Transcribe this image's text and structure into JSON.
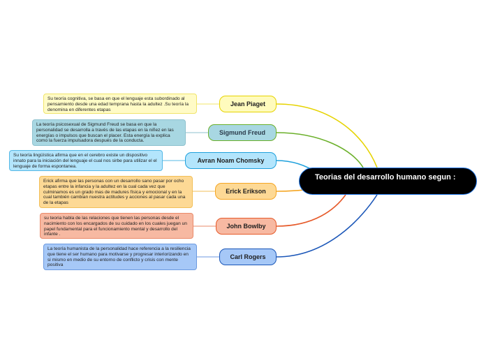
{
  "root": {
    "title": "Teorias del desarrollo humano segun :"
  },
  "branches": [
    {
      "name": "Jean Piaget",
      "color": "#e6d300",
      "description": "Su teoría cognitiva, se basa en que el lenguaje esta subordinado al pensamiento desde una edad temprana hasta la adultez .Su teoría la denomina en diferentes etapas"
    },
    {
      "name": "Sigmund Freud",
      "color": "#6bb02a",
      "description": "La teoría psicosexual de Sigmund Freud se basa en que la personalidad se desarrolla a través de las etapas en la niñez en las energías o impulsos que buscan el placer. Esta energía la explica como la fuerza impulsadora después de la conducta."
    },
    {
      "name": "Avran Noam Chomsky",
      "color": "#1ea0dc",
      "description": "Su teoría lingüística afirma que en el cerebro existe un dispositivo innato para la iniciación del lenguaje el cual nos sirbe para utilizar el el lenguaje de forma espontanea."
    },
    {
      "name": "Erick Erikson",
      "color": "#f5a623",
      "description": "Erick afirma que las personas con un desarrollo sano pasar por ocho etapas entre la infancia y la adultez en la cual cada vez que culminamos es un grado mas de madures física y emocional y en la cual también cambian nuestra actitudes y acciones al pasar cada una de la etapas"
    },
    {
      "name": "John Bowlby",
      "color": "#e65a2a",
      "description": "su teoria habla de las relaciones que tienen las personas desde el nacimiento con los encargados de su cuidado en los cuales juegan un papel fundamental para el funcionamiento mental y desarrollo del infante ."
    },
    {
      "name": "Carl Rogers",
      "color": "#1a56b8",
      "description": "La teoría humanista de la personalidad hace referencia a la resiliencia que tiene el ser humano para motivarse y progresar interiorizando en si mismo en medio de su entorno de conflicto y crisis con mente positiva"
    }
  ]
}
